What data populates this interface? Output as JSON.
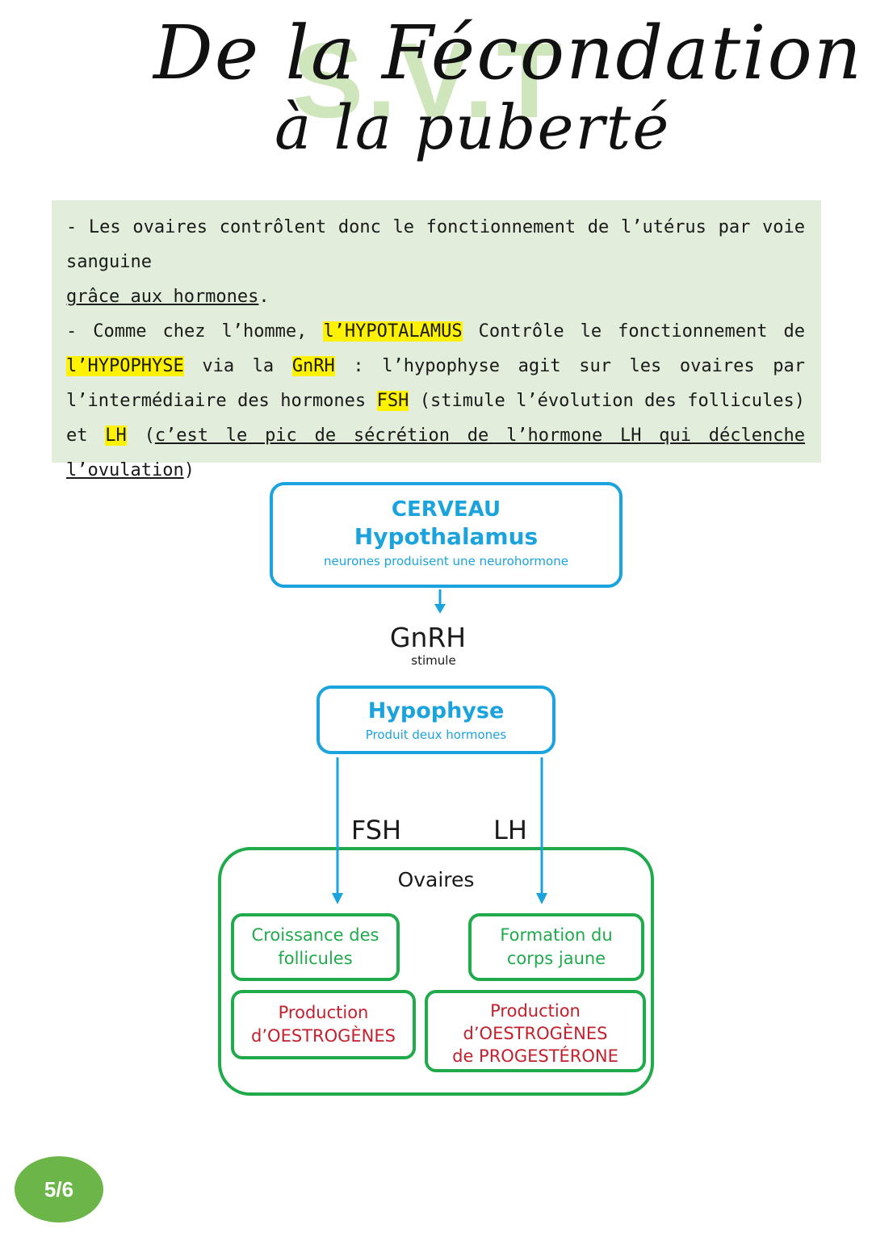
{
  "header": {
    "watermark": "S.V.T",
    "title_line1": "De la Fécondation",
    "title_line2": "à la puberté"
  },
  "notes": {
    "p1_a": "- Les ovaires contrôlent donc le fonctionnement de l’utérus par voie sanguine",
    "p1_b": "grâce aux hormones",
    "p1_c": ".",
    "p2_a": "- Comme chez l’homme,",
    "p2_hypothalamus": "l’HYPOTALAMUS",
    "p2_b": "Contrôle le fonctionnement de",
    "p2_hypophyse": "l’HYPOPHYSE",
    "p2_c": "via la",
    "p2_gnrh": "GnRH",
    "p2_d": ": l’hypophyse agit sur les ovaires par l’intermédiaire des hormones",
    "p2_fsh": "FSH",
    "p2_e": "(stimule l’évolution des follicules) et",
    "p2_lh": "LH",
    "p2_f": "(",
    "p2_g": "c’est le pic de sécrétion de l’hormone LH qui déclenche l’ovulation",
    "p2_h": ")"
  },
  "diagram": {
    "brain_title": "CERVEAU",
    "brain_sub": "Hypothalamus",
    "brain_note": "neurones produisent une neurohormone",
    "gnrh_label": "GnRH",
    "gnrh_sub": "stimule",
    "pituitary_title": "Hypophyse",
    "pituitary_note": "Produit deux hormones",
    "fsh_label": "FSH",
    "lh_label": "LH",
    "ovaries_title": "Ovaires",
    "box_follicles_1": "Croissance des",
    "box_follicles_2": "follicules",
    "box_corpus_1": "Formation du",
    "box_corpus_2": "corps jaune",
    "box_estro_1": "Production",
    "box_estro_2": "d’OESTROGÈNES",
    "box_estroprog_1": "Production",
    "box_estroprog_2": "d’OESTROGÈNES",
    "box_estroprog_3": "de PROGESTÉRONE",
    "colors": {
      "blue": "#1ba3dd",
      "green": "#1faa4b",
      "red": "#c3202e",
      "highlight": "#fff200",
      "note_bg": "#e2eedb"
    }
  },
  "footer": {
    "page": "5/6"
  }
}
